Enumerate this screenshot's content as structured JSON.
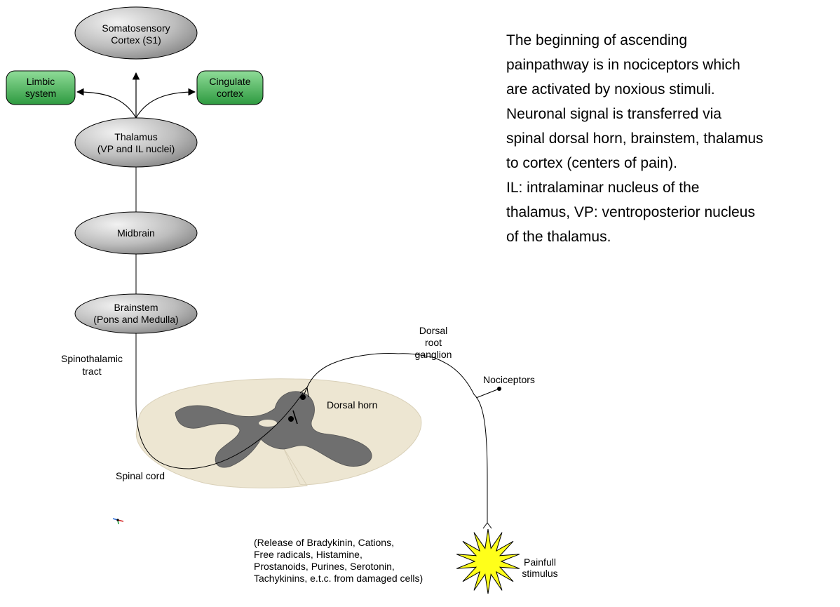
{
  "nodes": {
    "somatosensory_cortex": [
      "Somatosensory",
      "Cortex (S1)"
    ],
    "limbic_system": [
      "Limbic",
      "system"
    ],
    "cingulate_cortex": [
      "Cingulate",
      "cortex"
    ],
    "thalamus": [
      "Thalamus",
      "(VP and IL nuclei)"
    ],
    "midbrain": [
      "Midbrain"
    ],
    "brainstem": [
      "Brainstem",
      "(Pons and Medulla)"
    ]
  },
  "labels": {
    "spinothalamic_tract": [
      "Spinothalamic",
      "tract"
    ],
    "dorsal_root_ganglion": [
      "Dorsal",
      "root",
      "ganglion"
    ],
    "nociceptors": "Nociceptors",
    "dorsal_horn": "Dorsal horn",
    "spinal_cord": "Spinal cord",
    "release_note": [
      "(Release of Bradykinin, Cations,",
      "Free radicals, Histamine,",
      "Prostanoids, Purines, Serotonin,",
      "Tachykinins, e.t.c. from damaged cells)"
    ],
    "painful_stimulus": [
      "Painfull",
      "stimulus"
    ]
  },
  "description": [
    "The beginning of ascending",
    "painpathway is in nociceptors which",
    "are activated by noxious stimuli.",
    "Neuronal signal is transferred via",
    "spinal dorsal horn, brainstem, thalamus",
    "to cortex (centers of pain).",
    "IL: intralaminar nucleus of the",
    "thalamus, VP: ventroposterior nucleus",
    "of the thalamus."
  ],
  "colors": {
    "node_gray": "#a9a9a9",
    "node_green": "#3fae52",
    "cord_fill": "#ede6d2",
    "grey_matter": "#6f6f6f",
    "starburst": "#ffff1a"
  }
}
